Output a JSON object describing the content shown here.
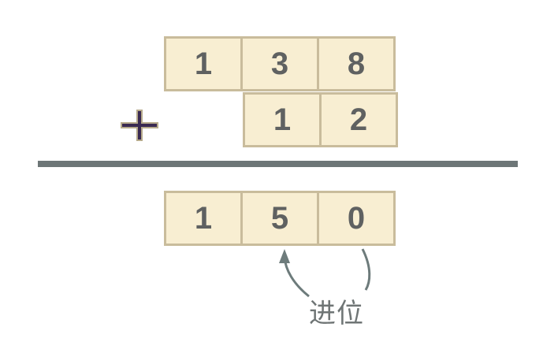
{
  "operator": "+",
  "addend_top": [
    "1",
    "3",
    "8"
  ],
  "addend_bottom": [
    "1",
    "2"
  ],
  "result": [
    "1",
    "5",
    "0"
  ],
  "carry_label": "进位",
  "colors": {
    "cell_fill": "#f8eed2",
    "cell_border": "#c9bc9c",
    "digit": "#5f6161",
    "divider": "#6d7677",
    "plus": "#3a2a52",
    "arrow": "#6d7b7b"
  }
}
